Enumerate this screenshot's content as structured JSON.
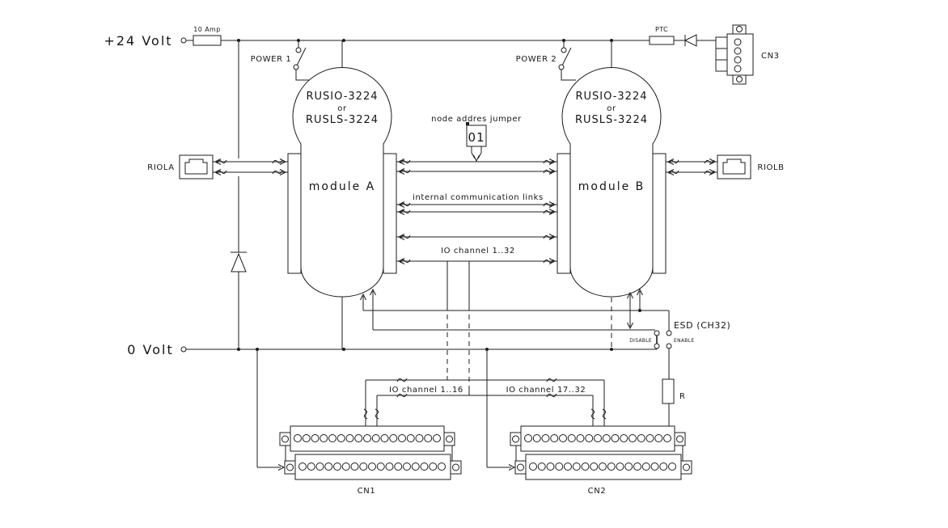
{
  "colors": {
    "line": "#1c1c1c",
    "background": "#ffffff"
  },
  "power_rail": {
    "label_24v": "+24 Volt",
    "fuse_label": "10 Amp",
    "label_0v": "0 Volt"
  },
  "switches": {
    "power1": "POWER 1",
    "power2": "POWER 2"
  },
  "protection": {
    "ptc": "PTC",
    "resistor": "R"
  },
  "module_a": {
    "model_line1": "RUSIO-3224",
    "model_line2": "or",
    "model_line3": "RUSLS-3224",
    "name": "module A"
  },
  "module_b": {
    "model_line1": "RUSIO-3224",
    "model_line2": "or",
    "model_line3": "RUSLS-3224",
    "name": "module B"
  },
  "connectors": {
    "riola": "RIOLA",
    "riolb": "RIOLB",
    "cn1": "CN1",
    "cn2": "CN2",
    "cn3": "CN3"
  },
  "buses": {
    "node_jumper_caption": "node addres jumper",
    "node_jumper_value": "01",
    "internal_links": "internal communication links",
    "io_all": "IO channel 1..32",
    "io_low": "IO channel 1..16",
    "io_high": "IO channel 17..32"
  },
  "esd": {
    "caption": "ESD (CH32)",
    "disable": "DISABLE",
    "enable": "ENABLE"
  }
}
